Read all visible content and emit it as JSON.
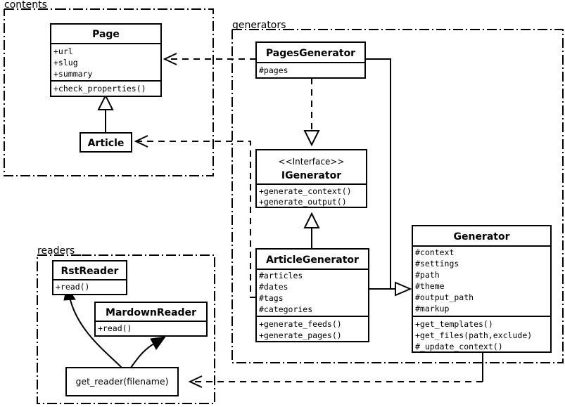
{
  "diagram": {
    "type": "uml-class-diagram",
    "packages": [
      {
        "id": "contents",
        "label": "contents"
      },
      {
        "id": "generators",
        "label": "generators"
      },
      {
        "id": "readers",
        "label": "readers"
      }
    ],
    "classes": {
      "page": {
        "name": "Page",
        "stereotype": "",
        "attributes": [
          "+url",
          "+slug",
          "+summary"
        ],
        "methods": [
          "+check_properties()"
        ]
      },
      "article": {
        "name": "Article",
        "stereotype": "",
        "attributes": [],
        "methods": []
      },
      "pages_generator": {
        "name": "PagesGenerator",
        "stereotype": "",
        "attributes": [
          "#pages"
        ],
        "methods": []
      },
      "igenerator": {
        "name": "IGenerator",
        "stereotype": "<<Interface>>",
        "attributes": [],
        "methods": [
          "+generate_context()",
          "+generate_output()"
        ]
      },
      "article_generator": {
        "name": "ArticleGenerator",
        "stereotype": "",
        "attributes": [
          "#articles",
          "#dates",
          "#tags",
          "#categories"
        ],
        "methods": [
          "+generate_feeds()",
          "+generate_pages()"
        ]
      },
      "generator": {
        "name": "Generator",
        "stereotype": "",
        "attributes": [
          "#context",
          "#settings",
          "#path",
          "#theme",
          "#output_path",
          "#markup"
        ],
        "methods": [
          "+get_templates()",
          "+get_files(path,exclude)",
          "#_update_context()"
        ]
      },
      "rst_reader": {
        "name": "RstReader",
        "stereotype": "",
        "attributes": [],
        "methods": [
          "+read()"
        ]
      },
      "mardown_reader": {
        "name": "MardownReader",
        "stereotype": "",
        "attributes": [],
        "methods": [
          "+read()"
        ]
      }
    },
    "functions": {
      "get_reader": {
        "label": "get_reader(filename)"
      }
    },
    "relations": [
      {
        "from": "article",
        "to": "page",
        "kind": "generalization"
      },
      {
        "from": "pages_generator",
        "to": "igenerator",
        "kind": "realization"
      },
      {
        "from": "article_generator",
        "to": "igenerator",
        "kind": "generalization"
      },
      {
        "from": "pages_generator",
        "to": "generator",
        "kind": "association"
      },
      {
        "from": "article_generator",
        "to": "generator",
        "kind": "association"
      },
      {
        "from": "pages_generator",
        "to": "page",
        "kind": "dependency"
      },
      {
        "from": "article_generator",
        "to": "article",
        "kind": "dependency"
      },
      {
        "from": "generator",
        "to": "get_reader",
        "kind": "dependency"
      },
      {
        "from": "get_reader",
        "to": "rst_reader",
        "kind": "returns"
      },
      {
        "from": "get_reader",
        "to": "mardown_reader",
        "kind": "returns"
      }
    ],
    "colors": {
      "stroke": "#000000",
      "fill": "#ffffff",
      "background": "#ffffff"
    }
  }
}
